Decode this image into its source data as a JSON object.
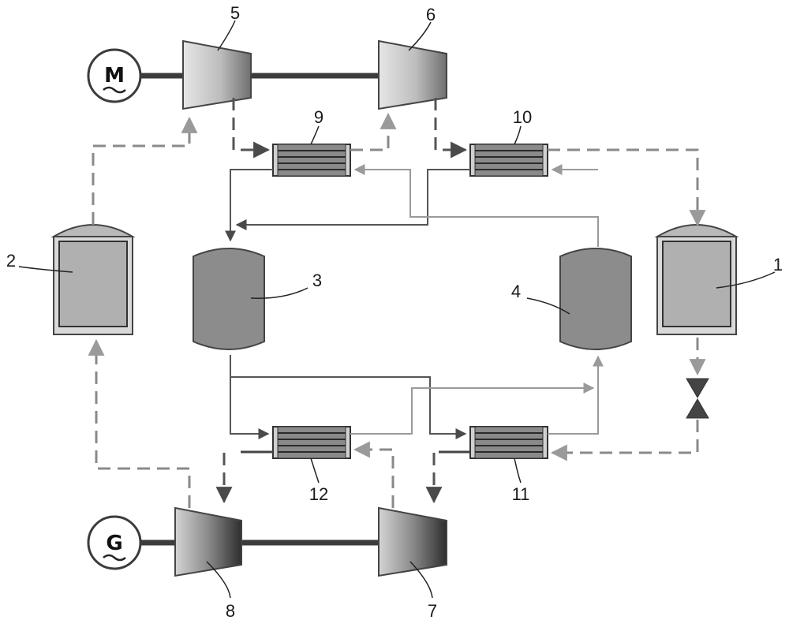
{
  "components": {
    "motor_symbol": "M",
    "generator_symbol": "G",
    "labels": {
      "tank_1": "1",
      "tank_2": "2",
      "vessel_3": "3",
      "vessel_4": "4",
      "compressor_5": "5",
      "expander_6": "6",
      "expander_7": "7",
      "expander_8": "8",
      "exchanger_9": "9",
      "exchanger_10": "10",
      "exchanger_11": "11",
      "exchanger_12": "12"
    }
  },
  "colors": {
    "shaft": "#3c3c3c",
    "dark_line": "#555555",
    "light_line": "#9a9a9a",
    "dashed_line": "#8a8a8a",
    "vessel_fill": "#8c8c8c",
    "tank_fill": "#b3b3b3"
  }
}
